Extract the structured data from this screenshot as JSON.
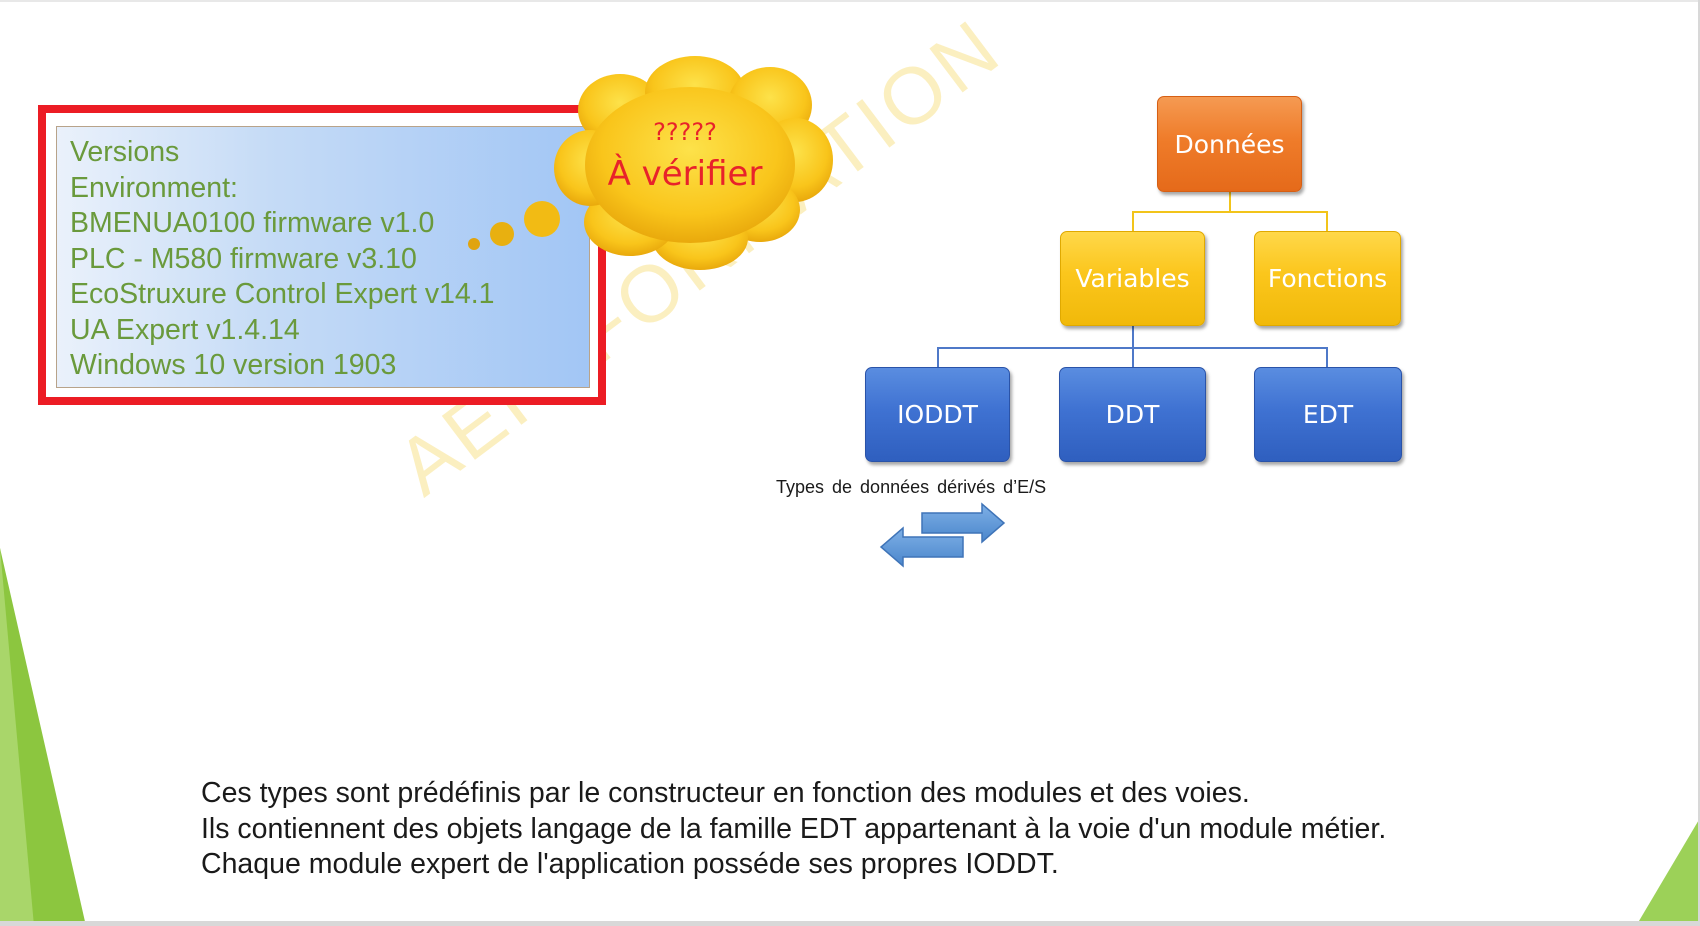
{
  "versions": {
    "lines": [
      "Versions",
      "Environment:",
      "BMENUA0100 firmware v1.0",
      "PLC - M580 firmware v3.10",
      "EcoStruxure Control Expert v14.1",
      "UA Expert v1.4.14",
      "Windows 10 version 1903"
    ]
  },
  "cloud": {
    "question": "?????",
    "verify": "À vérifier"
  },
  "hierarchy": {
    "root": "Données",
    "level2": [
      "Variables",
      "Fonctions"
    ],
    "level3": [
      "IODDT",
      "DDT",
      "EDT"
    ]
  },
  "caption": "Types de données dérivés d’E/S",
  "watermark": "AEI   FORMATION  ",
  "description": [
    "Ces types sont prédéfinis par le constructeur en fonction des modules et des voies.",
    "Ils contiennent des objets langage de la famille EDT appartenant à la voie d'un module métier.",
    "Chaque module expert de l'application posséde ses propres IODDT."
  ],
  "colors": {
    "frame_red": "#ec1c24",
    "version_text": "#6a9a3c",
    "cloud_gold": "#f7c21c",
    "orange_node": "#ef7c2a",
    "yellow_node": "#fbc61c",
    "blue_node": "#3f72d2",
    "decor_green": "#8cc63f"
  }
}
